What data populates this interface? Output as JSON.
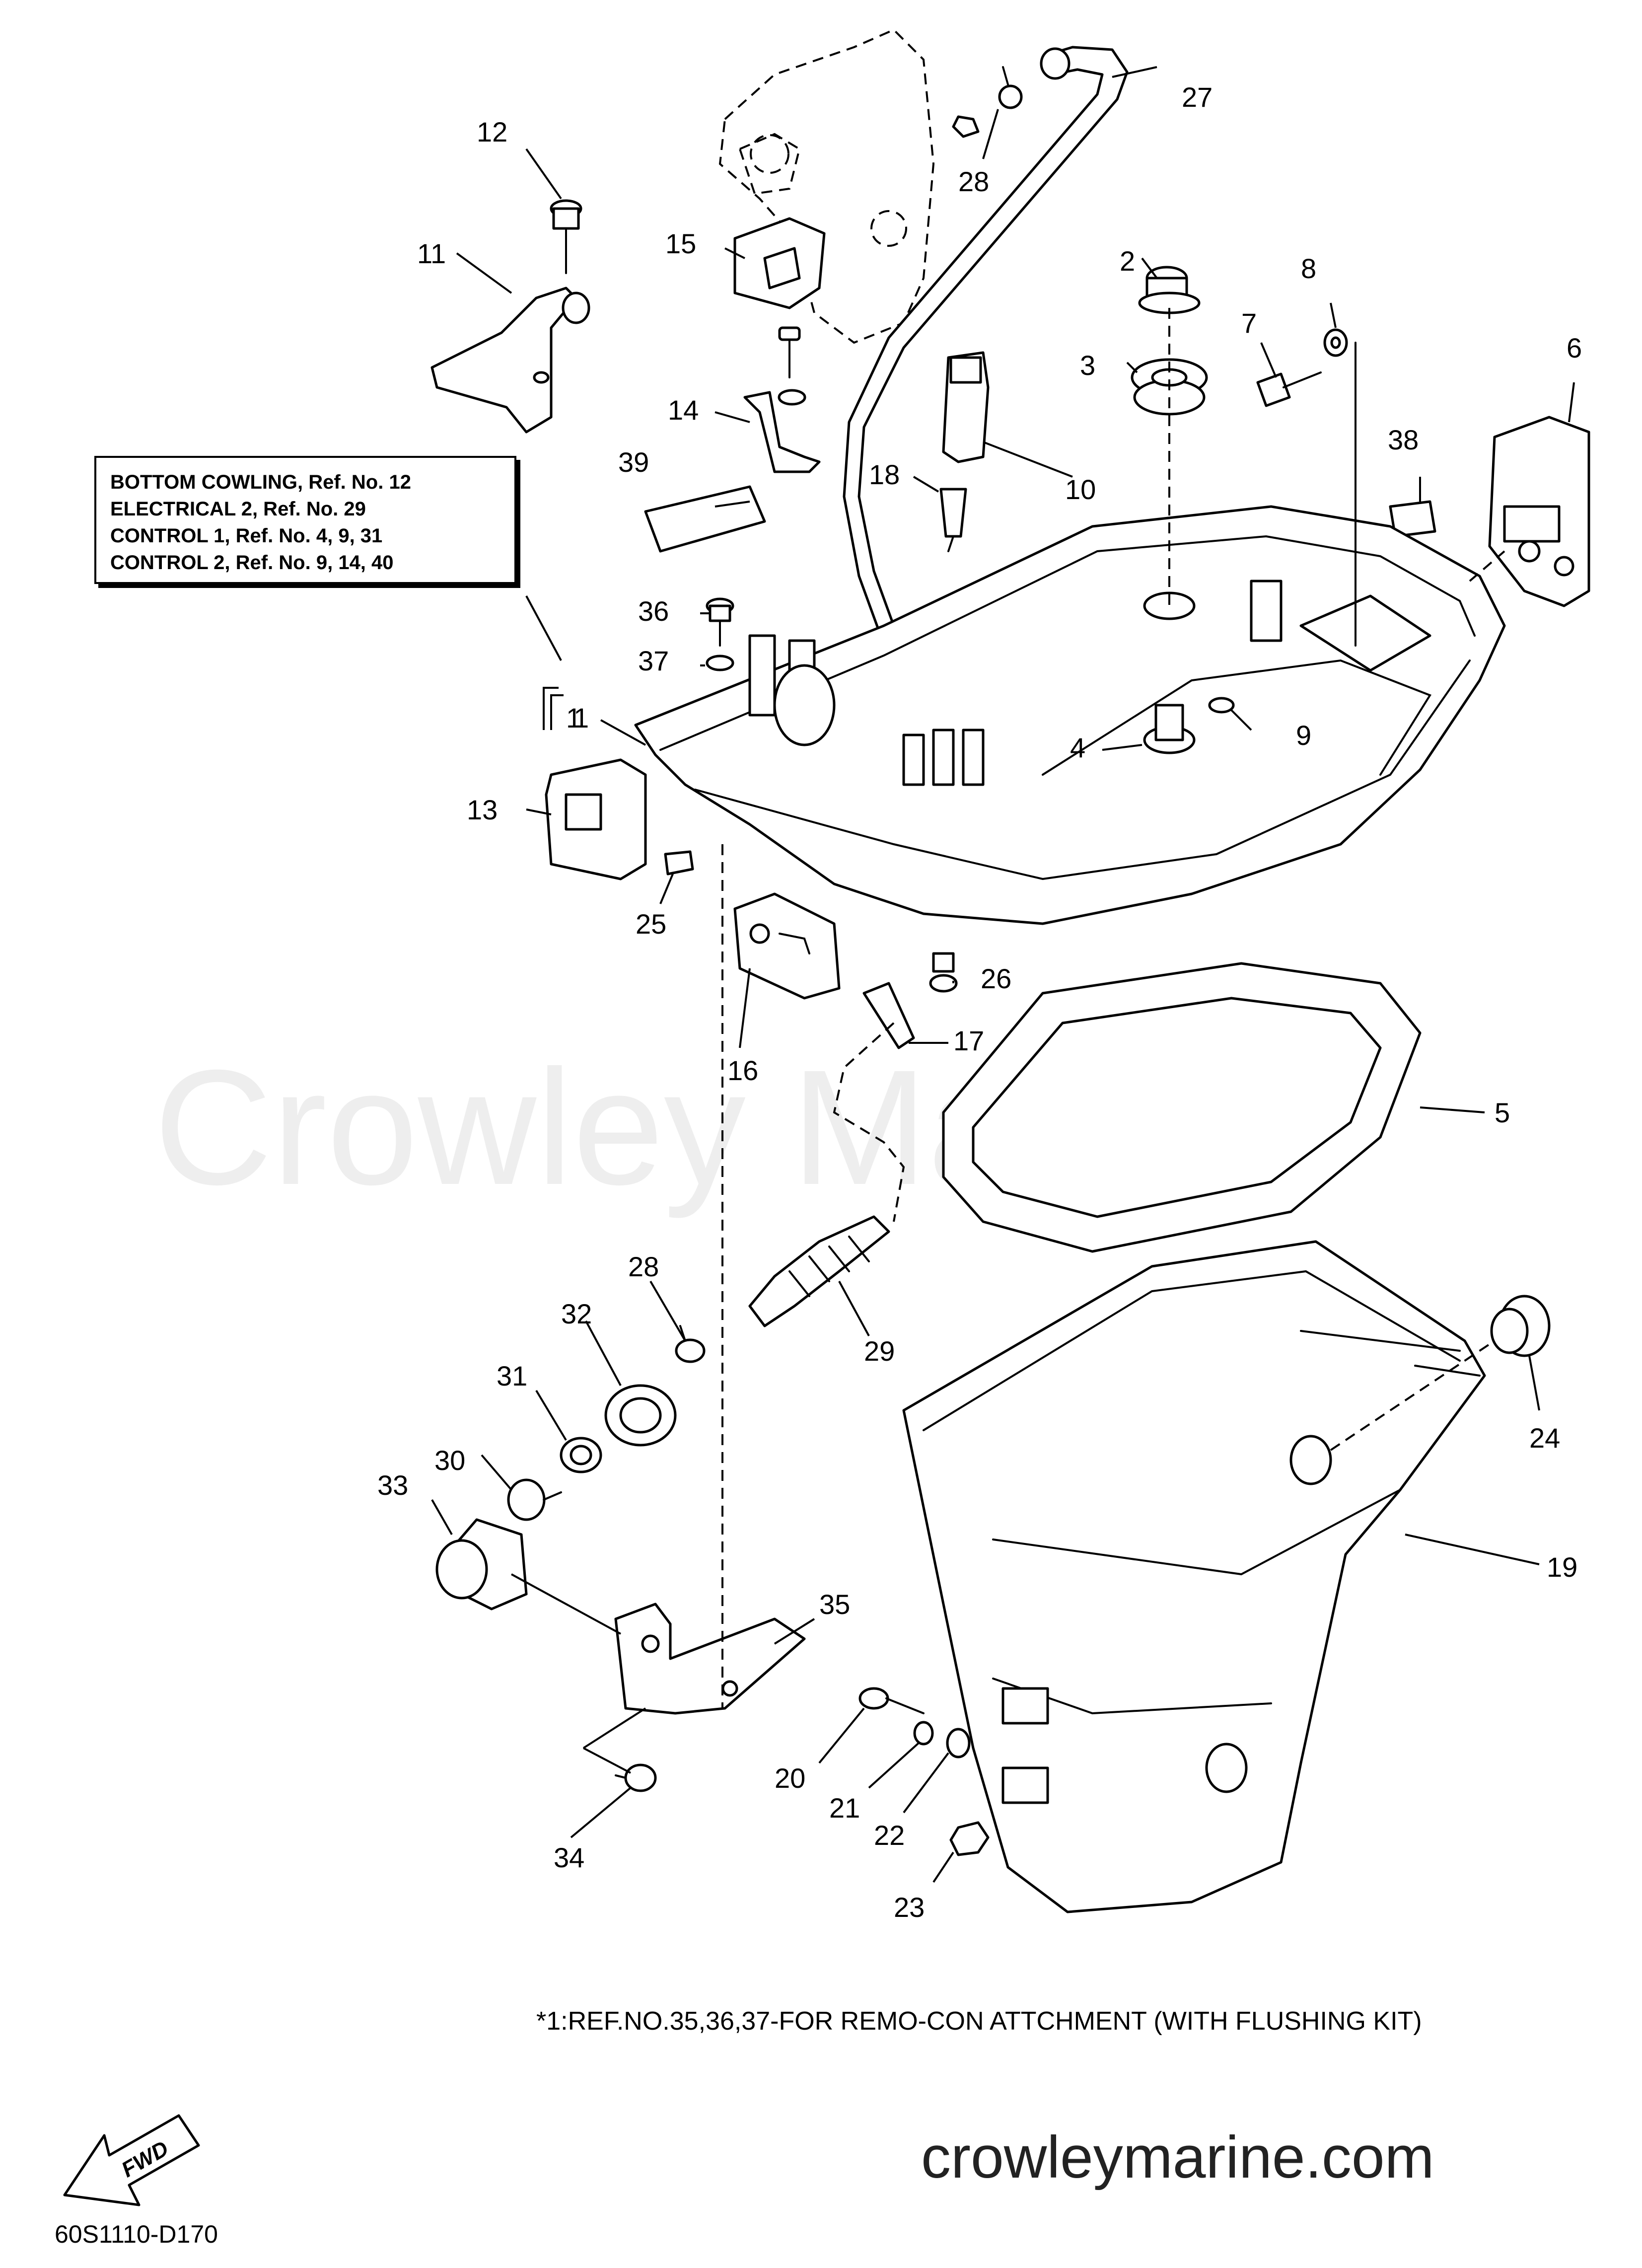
{
  "watermark": "Crowley Marine",
  "reference_box": {
    "lines": [
      "BOTTOM COWLING, Ref. No. 12",
      "ELECTRICAL 2, Ref. No. 29",
      "CONTROL 1, Ref. No. 4, 9, 31",
      "CONTROL 2, Ref. No. 9, 14, 40"
    ]
  },
  "footnote_bracket_label": "1",
  "part_numbers": [
    "1",
    "2",
    "3",
    "4",
    "5",
    "6",
    "7",
    "8",
    "9",
    "10",
    "11",
    "12",
    "13",
    "14",
    "15",
    "16",
    "17",
    "18",
    "19",
    "20",
    "21",
    "22",
    "23",
    "24",
    "25",
    "26",
    "27",
    "28",
    "28",
    "29",
    "30",
    "31",
    "32",
    "33",
    "34",
    "35",
    "36",
    "37",
    "38",
    "39"
  ],
  "footnote": "*1:REF.NO.35,36,37-FOR REMO-CON ATTCHMENT (WITH FLUSHING KIT)",
  "fwd_arrow_label": "FWD",
  "website": "crowleymarine.com",
  "diagram_code": "60S1110-D170"
}
